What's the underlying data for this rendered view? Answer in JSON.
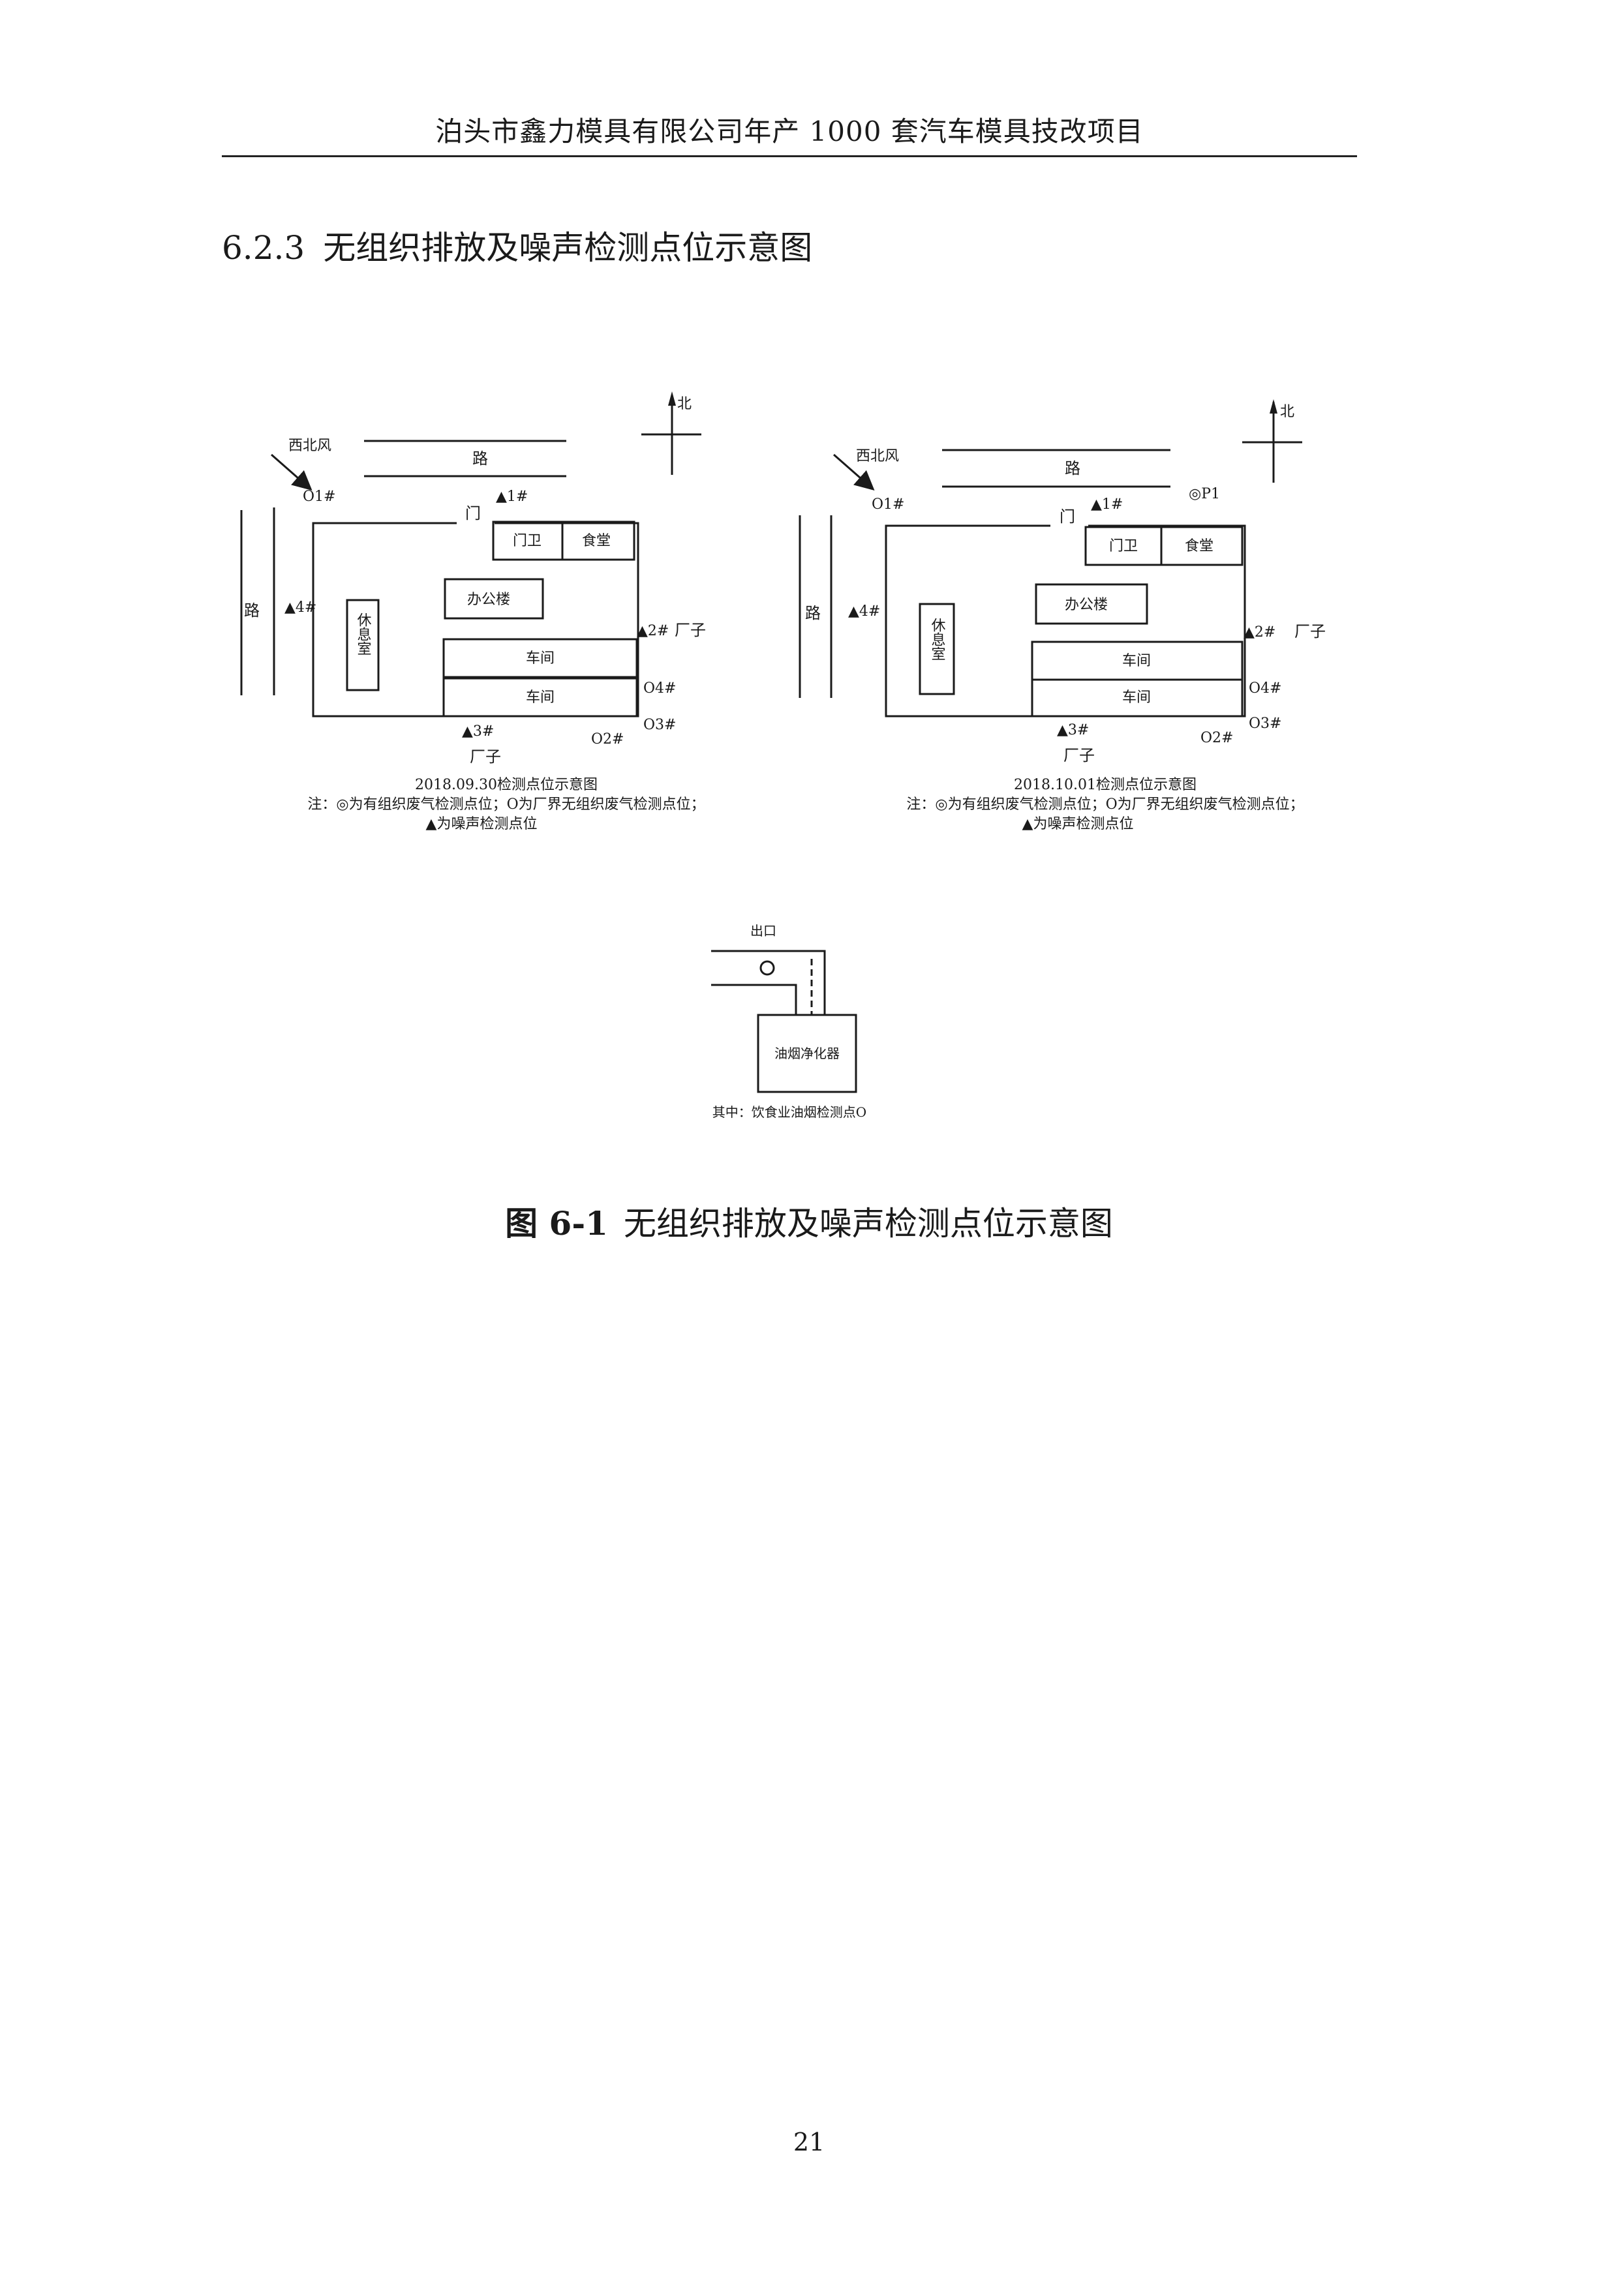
{
  "header": {
    "title": "泊头市鑫力模具有限公司年产 1000 套汽车模具技改项目"
  },
  "section": {
    "number": "6.2.3",
    "title": "无组织排放及噪声检测点位示意图"
  },
  "maps": [
    {
      "north": "北",
      "wind": "西北风",
      "road_top": "路",
      "road_left": "路",
      "gate": "门",
      "guard": "门卫",
      "canteen": "食堂",
      "office": "办公楼",
      "rest_room": "休息室",
      "workshop_1": "车间",
      "workshop_2": "车间",
      "plant_east": "厂子",
      "plant_south": "厂子",
      "o1": "O1#",
      "o2": "O2#",
      "o3": "O3#",
      "o4": "O4#",
      "n1": "▲1#",
      "n2": "▲2#",
      "n3": "▲3#",
      "n4": "▲4#",
      "caption": "2018.09.30检测点位示意图",
      "note_line1": "注：◎为有组织废气检测点位；O为厂界无组织废气检测点位；",
      "note_line2": "▲为噪声检测点位"
    },
    {
      "north": "北",
      "wind": "西北风",
      "road_top": "路",
      "road_left": "路",
      "gate": "门",
      "guard": "门卫",
      "canteen": "食堂",
      "office": "办公楼",
      "rest_room": "休息室",
      "workshop_1": "车间",
      "workshop_2": "车间",
      "plant_east": "厂子",
      "plant_south": "厂子",
      "o1": "O1#",
      "o2": "O2#",
      "o3": "O3#",
      "o4": "O4#",
      "n1": "▲1#",
      "n2": "▲2#",
      "n3": "▲3#",
      "n4": "▲4#",
      "p1": "◎P1",
      "caption": "2018.10.01检测点位示意图",
      "note_line1": "注：◎为有组织废气检测点位；O为厂界无组织废气检测点位；",
      "note_line2": "▲为噪声检测点位"
    }
  ],
  "purifier": {
    "outlet": "出口",
    "device": "油烟净化器",
    "note": "其中：饮食业油烟检测点O"
  },
  "figure": {
    "number": "图 6-1",
    "title": "无组织排放及噪声检测点位示意图"
  },
  "page_number": "21"
}
